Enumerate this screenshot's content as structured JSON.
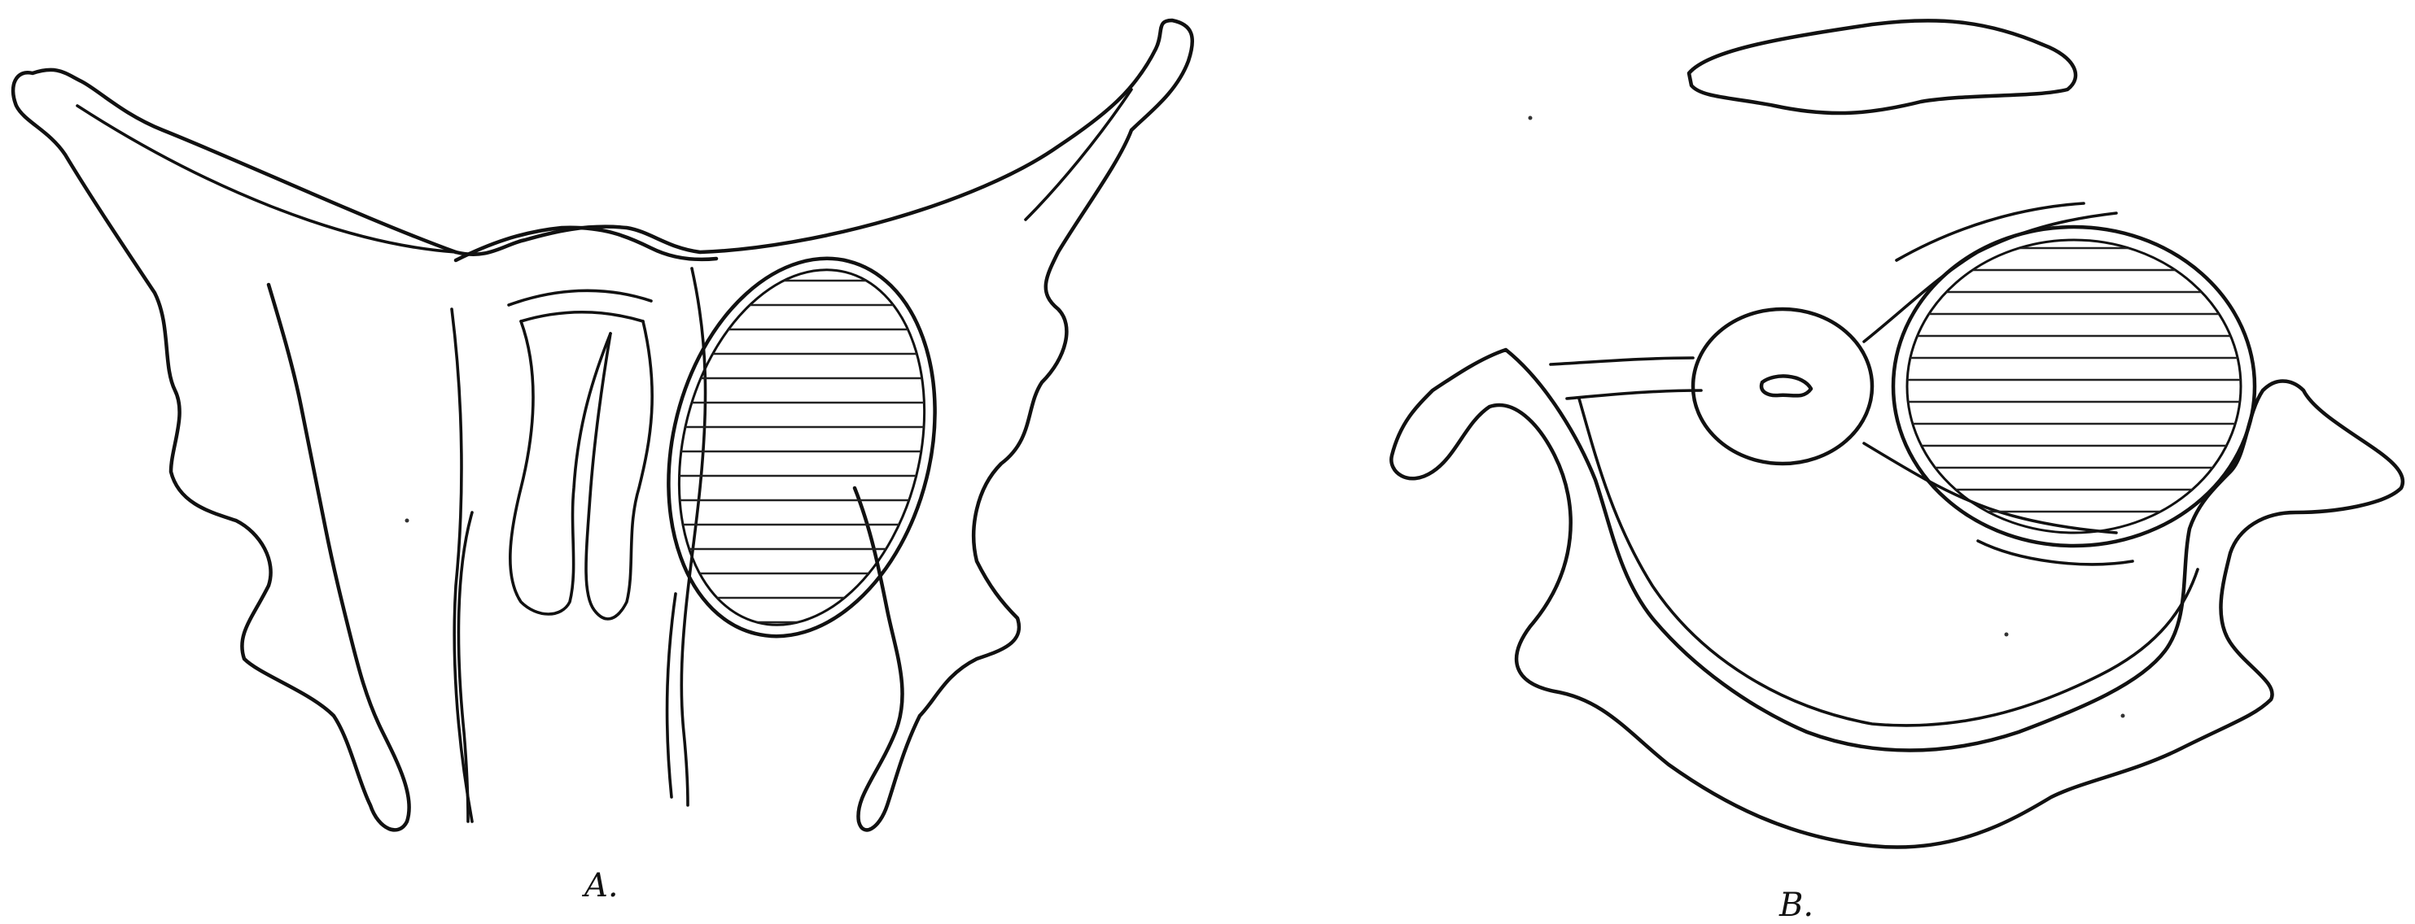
{
  "figure": {
    "panels": [
      {
        "id": "A",
        "label": "A."
      },
      {
        "id": "B",
        "label": "B."
      }
    ],
    "colors": {
      "ink": "#111111",
      "background": "#ffffff"
    }
  }
}
